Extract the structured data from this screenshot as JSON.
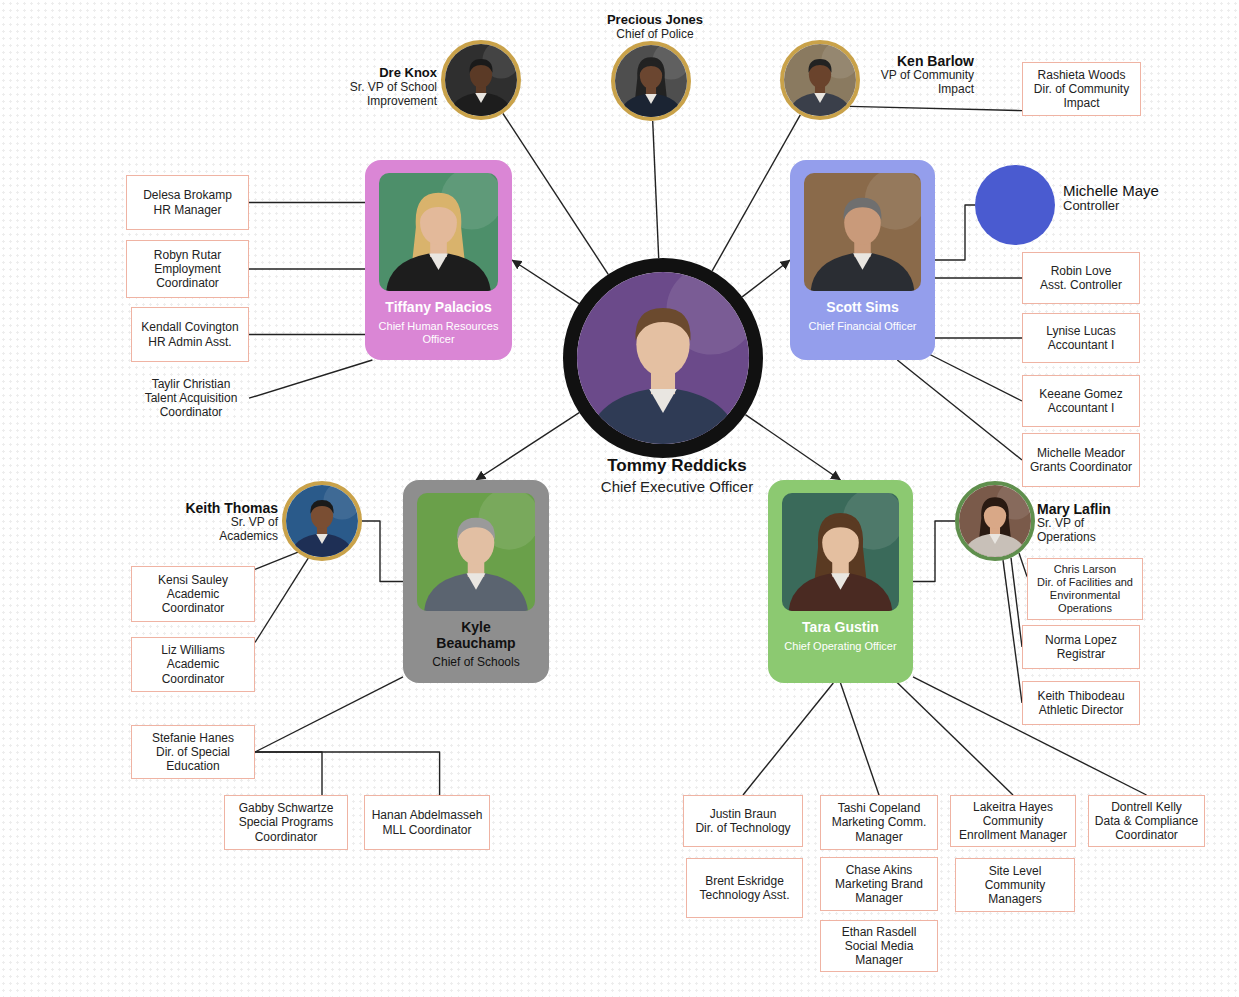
{
  "diagram": {
    "nodes": [
      {
        "text": [
          "Precious Jones",
          "Chief of Police"
        ]
      },
      {
        "text": [
          "Dre Knox",
          "Sr. VP of School Improvement"
        ]
      },
      {
        "text": [
          "Ken Barlow",
          "VP of Community Impact"
        ]
      },
      {
        "text": [
          "Rashieta Woods",
          "Dir. of Community Impact"
        ]
      },
      {
        "text": [
          "Tiffany Palacios",
          "Chief Human Resources Officer"
        ]
      },
      {
        "text": [
          "Michelle Maye",
          "Controller"
        ]
      },
      {
        "text": [
          "Delesa Brokamp",
          "HR Manager"
        ]
      },
      {
        "text": [
          "Robyn Rutar",
          "Employment Coordinator"
        ]
      },
      {
        "text": [
          "Scott Sims",
          "Chief Financial Officer"
        ]
      },
      {
        "text": [
          "Robin Love",
          "Asst. Controller"
        ]
      },
      {
        "text": [
          "Kendall Covington",
          "HR Admin Asst."
        ]
      },
      {
        "text": [
          "Lynise Lucas",
          "Accountant I"
        ]
      },
      {
        "text": [
          "Tommy Reddicks",
          "Chief Executive Officer"
        ]
      },
      {
        "text": [
          "Taylir Christian",
          "Talent Acquisition Coordinator"
        ]
      },
      {
        "text": [
          "Keeane Gomez",
          "Accountant I"
        ]
      },
      {
        "text": [
          "Michelle Meador",
          "Grants Coordinator"
        ]
      },
      {
        "text": [
          "Keith Thomas",
          "Sr. VP of Academics"
        ]
      },
      {
        "text": [
          "Kyle Beauchamp",
          "Chief of Schools"
        ]
      },
      {
        "text": [
          "Tara Gustin",
          "Chief Operating Officer"
        ]
      },
      {
        "text": [
          "Mary Laflin",
          "Sr. VP of Operations"
        ]
      },
      {
        "text": [
          "Chris Larson",
          "Dir. of Facilities and Environmental Operations"
        ]
      },
      {
        "text": [
          "Kensi Sauley",
          "Academic Coordinator"
        ]
      },
      {
        "text": [
          "Norma Lopez",
          "Registrar"
        ]
      },
      {
        "text": [
          "Liz Williams",
          "Academic Coordinator"
        ]
      },
      {
        "text": [
          "Keith Thibodeau",
          "Athletic Director"
        ]
      },
      {
        "text": [
          "Stefanie Hanes",
          "Dir. of Special Education"
        ]
      },
      {
        "text": [
          "Gabby Schwartze",
          "Special Programs Coordinator"
        ]
      },
      {
        "text": [
          "Hanan Abdelmasseh",
          "MLL Coordinator"
        ]
      },
      {
        "text": [
          "Justin Braun",
          "Dir. of Technology"
        ]
      },
      {
        "text": [
          "Tashi Copeland",
          "Marketing Comm. Manager"
        ]
      },
      {
        "text": [
          "Lakeitra Hayes",
          "Community Enrollment Manager"
        ]
      },
      {
        "text": [
          "Dontrell Kelly",
          "Data & Compliance Coordinator"
        ]
      },
      {
        "text": [
          "Brent Eskridge",
          "Technology Asst."
        ]
      },
      {
        "text": [
          "Chase Akins",
          "Marketing Brand Manager"
        ]
      },
      {
        "text": [
          "Site Level Community Managers"
        ]
      },
      {
        "text": [
          "Ethan Rasdell",
          "Social Media Manager"
        ]
      }
    ],
    "edges": [
      {
        "from": 12,
        "to": 0,
        "arrow": "none"
      },
      {
        "from": 12,
        "to": 1,
        "arrow": "none"
      },
      {
        "from": 12,
        "to": 2,
        "arrow": "none"
      },
      {
        "from": 2,
        "to": 3,
        "arrow": "none"
      },
      {
        "from": 12,
        "to": 4,
        "arrow": "to"
      },
      {
        "from": 12,
        "to": 8,
        "arrow": "to"
      },
      {
        "from": 12,
        "to": 17,
        "arrow": "to"
      },
      {
        "from": 12,
        "to": 18,
        "arrow": "to"
      },
      {
        "from": 4,
        "to": 6,
        "arrow": "none"
      },
      {
        "from": 4,
        "to": 7,
        "arrow": "none"
      },
      {
        "from": 4,
        "to": 10,
        "arrow": "none"
      },
      {
        "from": 4,
        "to": 13,
        "arrow": "none"
      },
      {
        "from": 8,
        "to": 5,
        "arrow": "none"
      },
      {
        "from": 8,
        "to": 9,
        "arrow": "none"
      },
      {
        "from": 8,
        "to": 11,
        "arrow": "none"
      },
      {
        "from": 8,
        "to": 14,
        "arrow": "none"
      },
      {
        "from": 8,
        "to": 15,
        "arrow": "none"
      },
      {
        "from": 17,
        "to": 16,
        "arrow": "none"
      },
      {
        "from": 16,
        "to": 21,
        "arrow": "none"
      },
      {
        "from": 16,
        "to": 23,
        "arrow": "none"
      },
      {
        "from": 17,
        "to": 25,
        "arrow": "none"
      },
      {
        "from": 25,
        "to": 26,
        "arrow": "none"
      },
      {
        "from": 25,
        "to": 27,
        "arrow": "none"
      },
      {
        "from": 18,
        "to": 19,
        "arrow": "none"
      },
      {
        "from": 19,
        "to": 20,
        "arrow": "none"
      },
      {
        "from": 19,
        "to": 22,
        "arrow": "none"
      },
      {
        "from": 19,
        "to": 24,
        "arrow": "none"
      },
      {
        "from": 18,
        "to": 28,
        "arrow": "none"
      },
      {
        "from": 18,
        "to": 29,
        "arrow": "none"
      },
      {
        "from": 18,
        "to": 30,
        "arrow": "none"
      },
      {
        "from": 18,
        "to": 31,
        "arrow": "none"
      }
    ]
  }
}
